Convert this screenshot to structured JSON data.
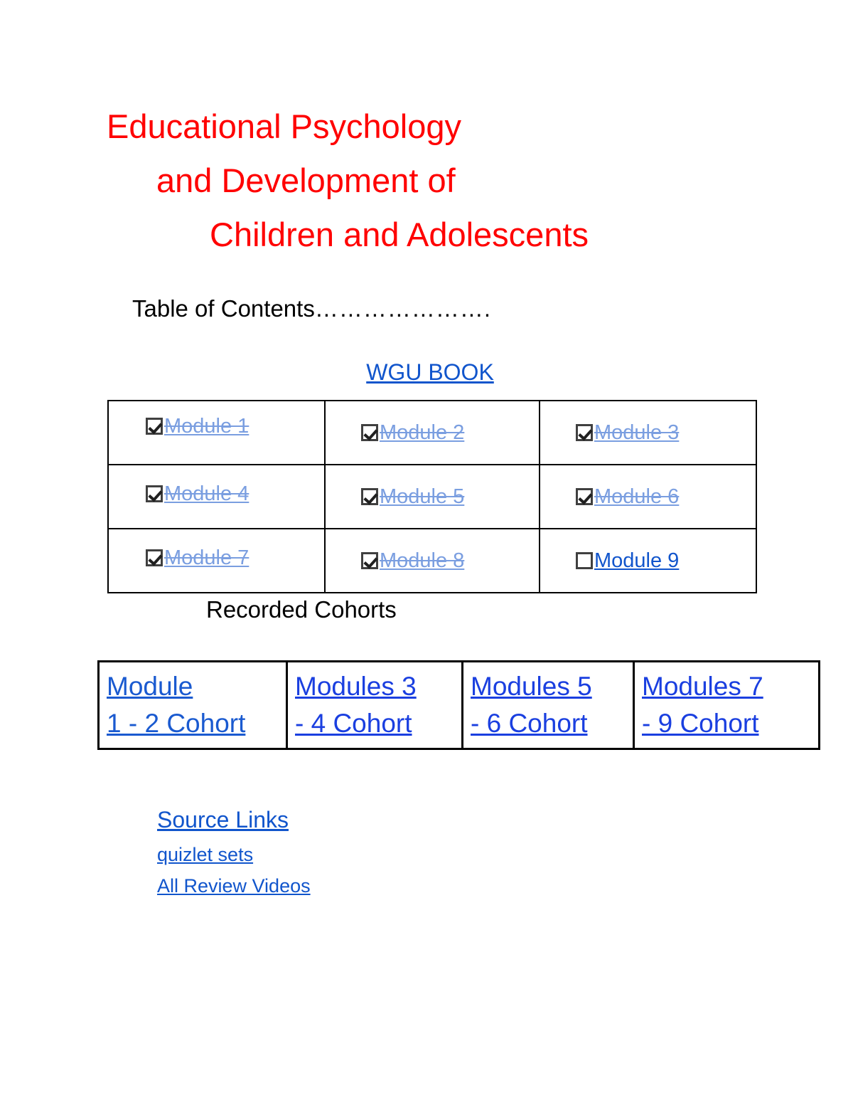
{
  "document": {
    "title_lines": [
      "Educational Psychology",
      "and Development of",
      "Children and Adolescents"
    ],
    "title_color": "#ff0000",
    "toc_label": "Table of Contents",
    "toc_dots": "………………….",
    "book_link": "WGU BOOK",
    "cohorts_caption": "Recorded Cohorts"
  },
  "modules_table": {
    "rows": [
      [
        {
          "label": "Module 1",
          "checked": true,
          "completed": true
        },
        {
          "label": "Module 2",
          "checked": true,
          "completed": true
        },
        {
          "label": "Module 3",
          "checked": true,
          "completed": true
        }
      ],
      [
        {
          "label": "Module 4",
          "checked": true,
          "completed": true
        },
        {
          "label": "Module 5",
          "checked": true,
          "completed": true
        },
        {
          "label": "Module 6",
          "checked": true,
          "completed": true
        }
      ],
      [
        {
          "label": "Module 7",
          "checked": true,
          "completed": true
        },
        {
          "label": "Module 8",
          "checked": true,
          "completed": true
        },
        {
          "label": "Module 9",
          "checked": false,
          "completed": false
        }
      ]
    ]
  },
  "cohorts_table": {
    "cells": [
      {
        "line1": "Module",
        "line2": "1 - 2 Cohort"
      },
      {
        "line1": "Modules 3",
        "line2": "- 4 Cohort"
      },
      {
        "line1": "Modules 5",
        "line2": "- 6 Cohort"
      },
      {
        "line1": "Modules 7",
        "line2": "- 9 Cohort"
      }
    ]
  },
  "source_links": {
    "primary": "Source Links",
    "secondary": [
      "quizlet sets",
      "All Review Videos"
    ]
  },
  "colors": {
    "title_red": "#ff0000",
    "link_blue": "#1155cc",
    "visited_blue": "#7a9ee0",
    "cohort_blue": "#1a3fe0",
    "checkbox_border": "#404040",
    "table_border": "#000000"
  }
}
